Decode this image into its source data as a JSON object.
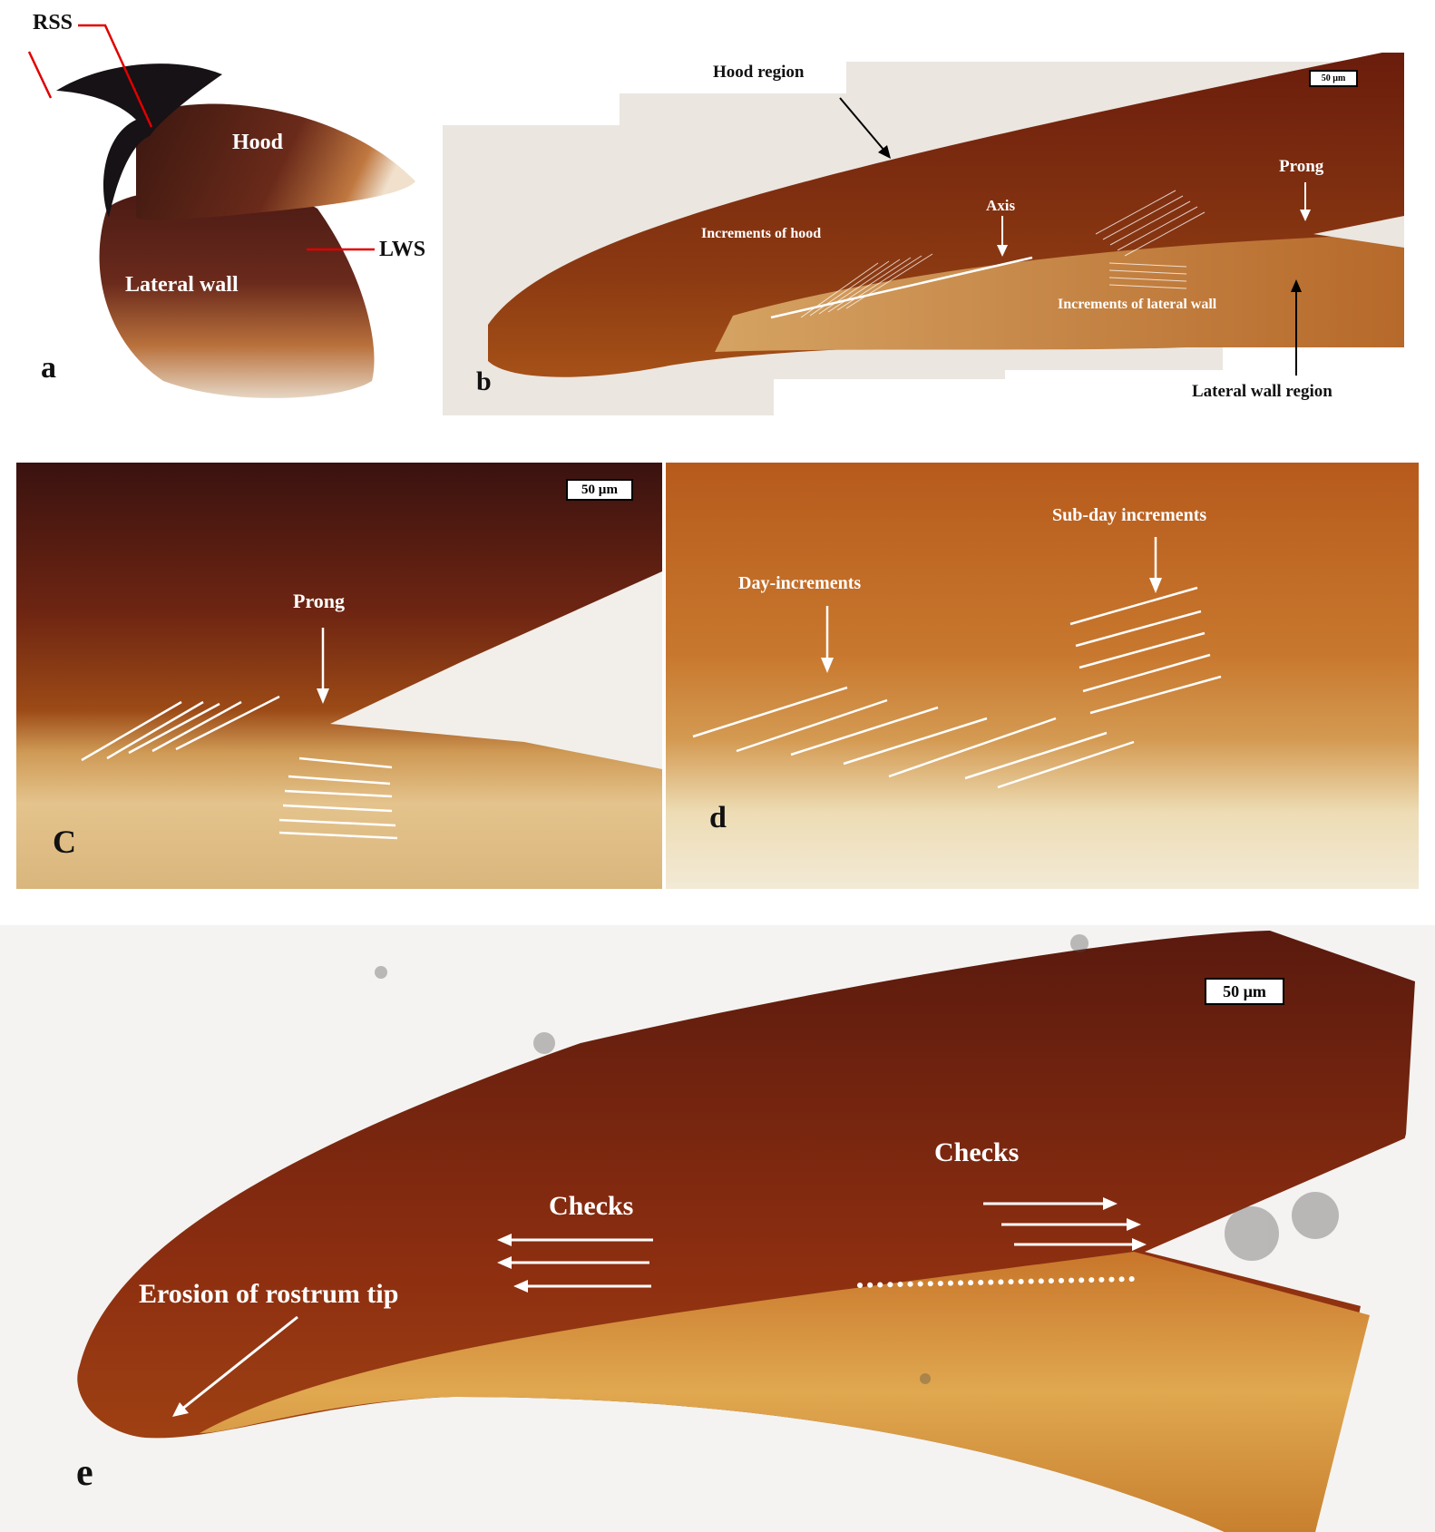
{
  "panel_a": {
    "letter": "a",
    "rss": "RSS",
    "hood": "Hood",
    "lws": "LWS",
    "lateral_wall": "Lateral wall"
  },
  "panel_b": {
    "letter": "b",
    "hood_region": "Hood region",
    "scale": "50 µm",
    "prong": "Prong",
    "axis": "Axis",
    "increments_hood": "Increments of hood",
    "increments_lateral": "Increments of lateral wall",
    "lateral_wall_region": "Lateral wall region"
  },
  "panel_c": {
    "letter": "C",
    "scale": "50 µm",
    "prong": "Prong"
  },
  "panel_d": {
    "letter": "d",
    "sub_day": "Sub-day increments",
    "day_increments": "Day-increments"
  },
  "panel_e": {
    "letter": "e",
    "scale": "50 µm",
    "checks_left": "Checks",
    "checks_right": "Checks",
    "erosion": "Erosion of rostrum tip"
  }
}
